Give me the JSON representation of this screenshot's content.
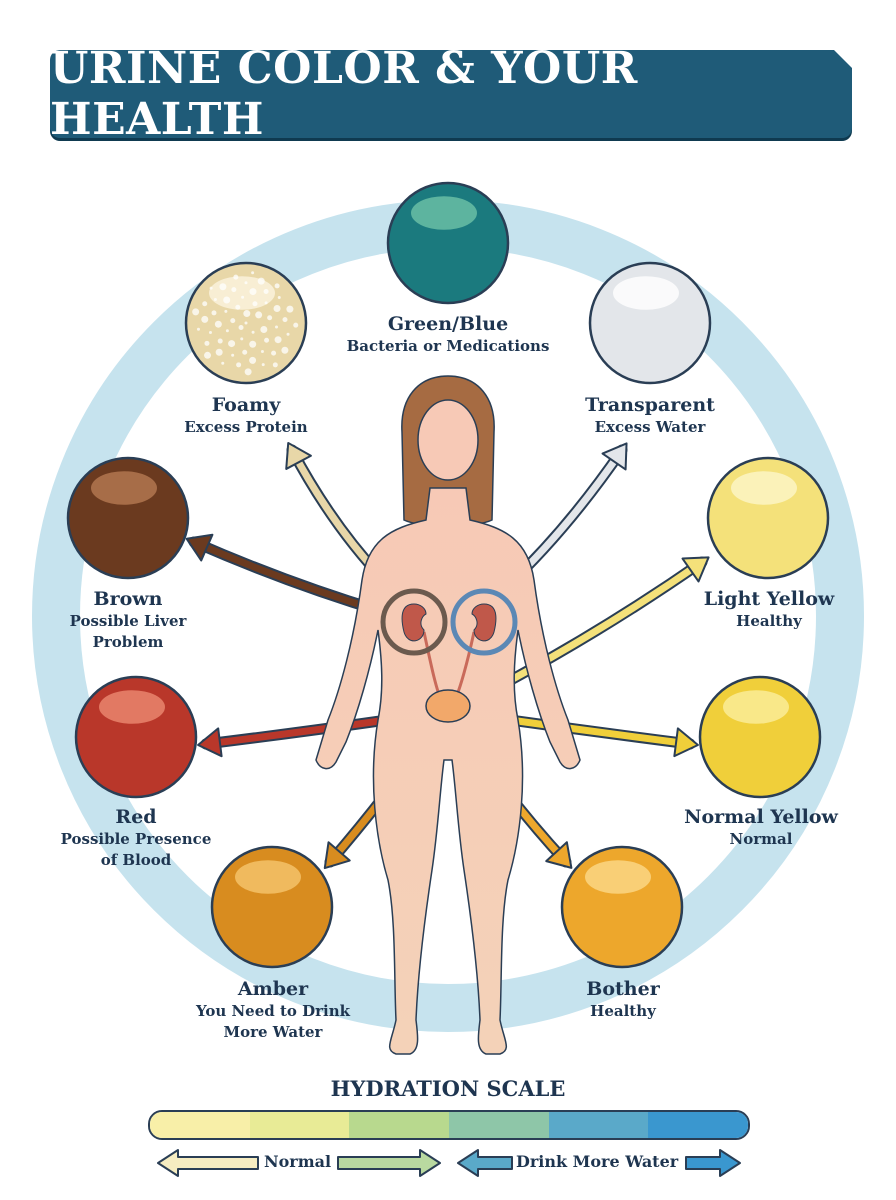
{
  "title": "URINE COLOR & YOUR HEALTH",
  "colors": {
    "banner": "#1f5b78",
    "ring": "#c6e3ee",
    "body_skin": "#f6cdb8",
    "hair": "#a66b42",
    "outline": "#2a3e55"
  },
  "items": [
    {
      "id": "green-blue",
      "name": "Green/Blue",
      "desc": "Bacteria or Medications",
      "color": "#1b7a7e",
      "highlight": "#6ec3a8"
    },
    {
      "id": "transparent",
      "name": "Transparent",
      "desc": "Excess Water",
      "color": "#e3e6ea",
      "highlight": "#ffffff"
    },
    {
      "id": "light-yellow",
      "name": "Light Yellow",
      "desc": "Healthy",
      "color": "#f4e17a",
      "highlight": "#fdf6c9"
    },
    {
      "id": "normal-yellow",
      "name": "Normal Yellow",
      "desc": "Normal",
      "color": "#f0cf3a",
      "highlight": "#fbee9e"
    },
    {
      "id": "bother",
      "name": "Bother",
      "desc": "Healthy",
      "color": "#eda72c",
      "highlight": "#fbd98a"
    },
    {
      "id": "amber",
      "name": "Amber",
      "desc": "You Need to Drink\nMore Water",
      "color": "#d88c1f",
      "highlight": "#f6c66e"
    },
    {
      "id": "red",
      "name": "Red",
      "desc": "Possible Presence\nof Blood",
      "color": "#b9372a",
      "highlight": "#ec8a72"
    },
    {
      "id": "brown",
      "name": "Brown",
      "desc": "Possible Liver\nProblem",
      "color": "#6b3a1f",
      "highlight": "#b77a52"
    },
    {
      "id": "foamy",
      "name": "Foamy",
      "desc": "Excess Protein",
      "color": "#e8d7a8",
      "highlight": "#fbf4df"
    }
  ],
  "hydration": {
    "title": "HYDRATION SCALE",
    "normal_label": "Normal",
    "more_water_label": "Drink More Water",
    "segments": [
      "#f8efa8",
      "#e8eb96",
      "#b8d98e",
      "#8ec6a8",
      "#5aa9c9",
      "#3a97cf"
    ]
  }
}
